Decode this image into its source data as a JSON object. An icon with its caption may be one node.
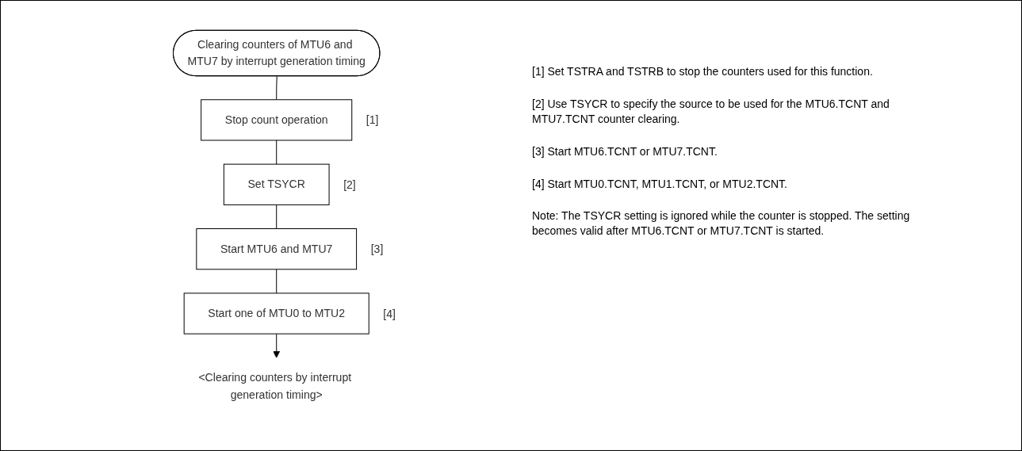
{
  "diagram": {
    "nodes": [
      {
        "text": [
          "Clearing counters of MTU6 and MTU7 by interrupt generation timing"
        ]
      },
      {
        "text": [
          "Stop count operation"
        ],
        "beside": [
          "[1]"
        ]
      },
      {
        "text": [
          "Set TSYCR"
        ],
        "beside": [
          "[2]"
        ]
      },
      {
        "text": [
          "Start MTU6 and MTU7"
        ],
        "beside": [
          "[3]"
        ]
      },
      {
        "text": [
          "Start one of MTU0 to MTU2"
        ],
        "beside": [
          "[4]"
        ]
      },
      {
        "text": [
          "<Clearing counters by interrupt generation timing>"
        ]
      }
    ],
    "edges": [
      {
        "from": 0,
        "to": 1,
        "arrow": "none"
      },
      {
        "from": 1,
        "to": 2,
        "arrow": "none"
      },
      {
        "from": 2,
        "to": 3,
        "arrow": "none"
      },
      {
        "from": 3,
        "to": 4,
        "arrow": "none"
      },
      {
        "from": 4,
        "to": 5,
        "arrow": "to"
      }
    ],
    "labels": [
      "[1] Set TSTRA and TSTRB to stop the counters used for this function.",
      "[2] Use TSYCR to specify the source to be used for the MTU6.TCNT and MTU7.TCNT counter clearing.",
      "[3] Start MTU6.TCNT or MTU7.TCNT.",
      "[4] Start MTU0.TCNT, MTU1.TCNT, or MTU2.TCNT.",
      "Note: The TSYCR setting is ignored while the counter is stopped. The setting becomes valid after MTU6.TCNT or MTU7.TCNT is started."
    ]
  }
}
